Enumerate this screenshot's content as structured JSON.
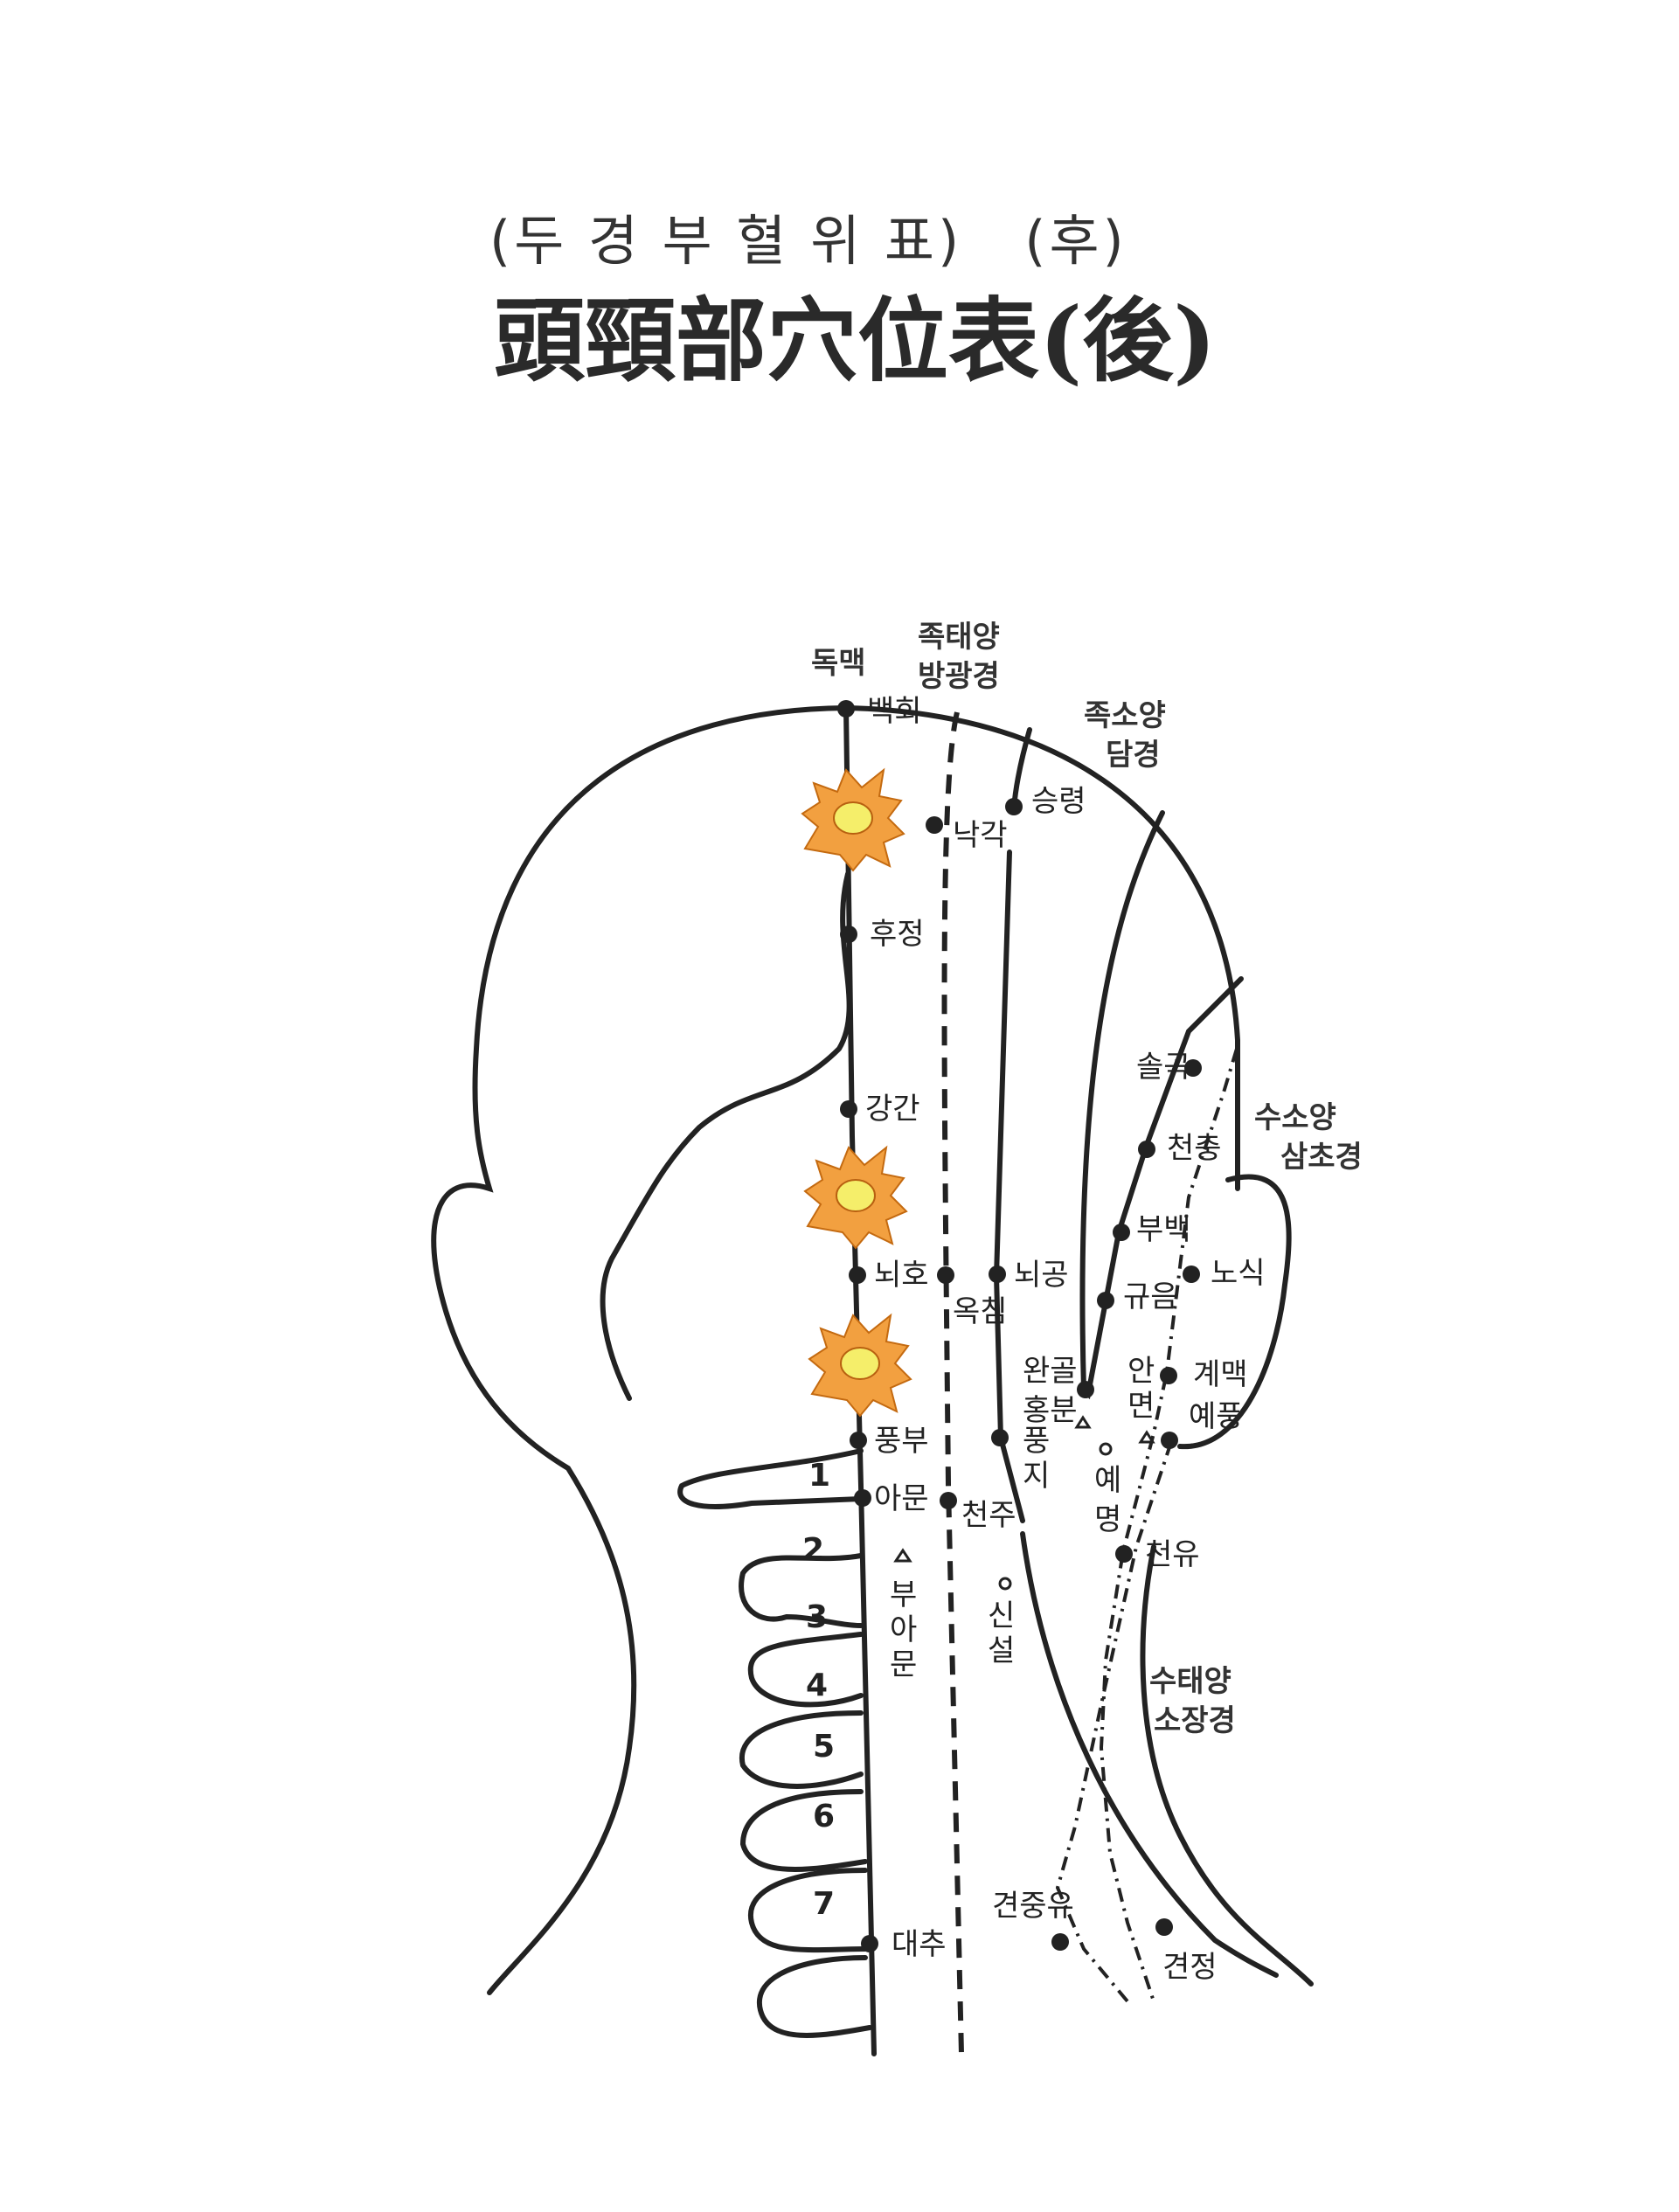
{
  "title": {
    "korean": "(두 경 부 혈 위 표)   (후)",
    "hanja": "頭頸部穴位表(後)"
  },
  "meridians": {
    "governor": "독맥",
    "bladder_1": "족태양",
    "bladder_2": "방광경",
    "gallbladder_1": "족소양",
    "gallbladder_2": "담경",
    "triple_1": "수소양",
    "triple_2": "삼초경",
    "small_1": "수태양",
    "small_2": "소장경"
  },
  "points": {
    "baekhoe": "백회",
    "hujeong": "후정",
    "ganggan": "강간",
    "noeho": "뇌호",
    "pungbu": "풍부",
    "amun": "아문",
    "daechu": "대추",
    "nakgak": "낙각",
    "okchim": "옥침",
    "cheonju": "천주",
    "seungnyeong": "승령",
    "noegong": "뇌공",
    "pungji_1": "풍",
    "pungji_2": "지",
    "solgok": "솔곡",
    "cheonchung": "천충",
    "bubaek": "부백",
    "gyueum": "규음",
    "wangol": "완골",
    "hongbun": "홍분",
    "anmyeon_1": "안",
    "anmyeon_2": "면",
    "gyemaek": "계맥",
    "yepung": "예풍",
    "nosik": "노식",
    "yemyeong_1": "예",
    "yemyeong_2": "명",
    "cheonyu": "천유",
    "buamun_1": "부",
    "buamun_2": "아",
    "buamun_3": "문",
    "sinseol_1": "신",
    "sinseol_2": "설",
    "gyeonjungyu": "견중유",
    "gyeonjeong": "견정"
  },
  "vertebrae": [
    "1",
    "2",
    "3",
    "4",
    "5",
    "6",
    "7"
  ],
  "colors": {
    "line": "#222222",
    "sun_outer": "#f2a040",
    "sun_inner": "#f5ee6a"
  }
}
